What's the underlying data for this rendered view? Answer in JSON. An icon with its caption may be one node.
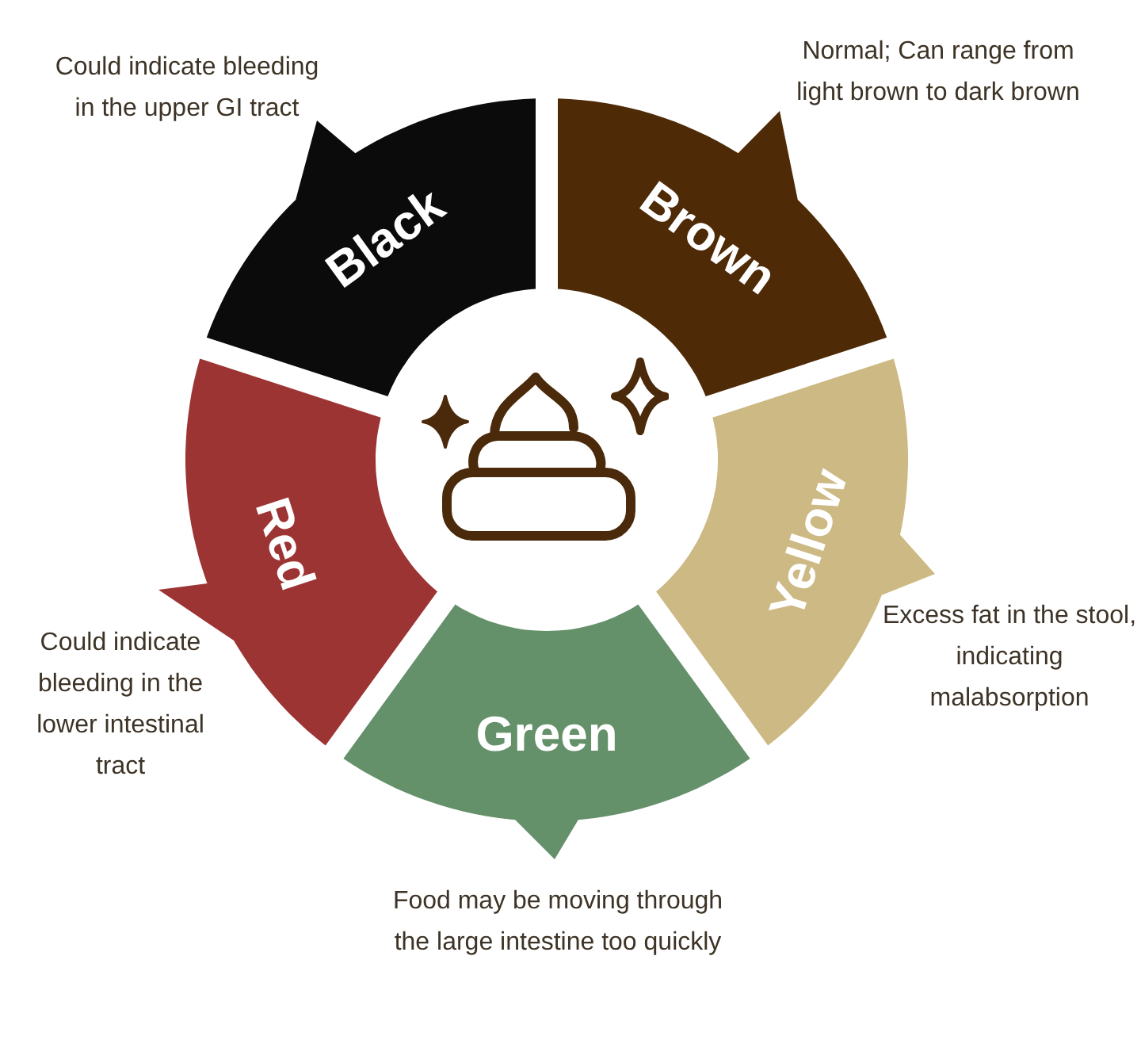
{
  "diagram": {
    "nodes": [
      {
        "text": [
          "Black"
        ],
        "beside": [
          "Could indicate bleeding in the upper GI tract"
        ]
      },
      {
        "text": [
          "Brown"
        ],
        "beside": [
          "Normal; Can range from light brown to dark brown"
        ]
      },
      {
        "text": [
          "Yellow"
        ],
        "beside": [
          "Excess fat in the stool, indicating malabsorption"
        ]
      },
      {
        "text": [
          "Green"
        ],
        "beside": [
          "Food may be moving through the large intestine too quickly"
        ]
      },
      {
        "text": [
          "Red"
        ],
        "beside": [
          "Could indicate bleeding in the lower intestinal tract"
        ]
      }
    ]
  }
}
